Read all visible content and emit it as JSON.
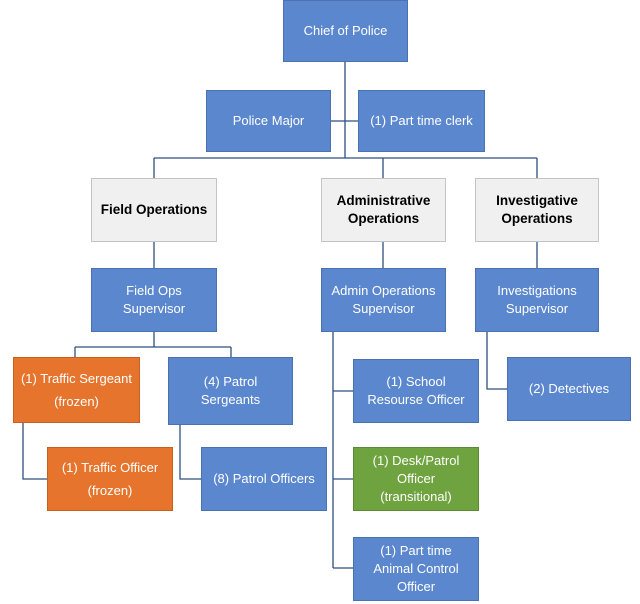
{
  "nodes": {
    "chief": [
      "Chief of Police"
    ],
    "major": [
      "Police Major"
    ],
    "clerk": [
      "(1) Part time clerk"
    ],
    "field_ops": [
      "Field Operations"
    ],
    "admin_ops": [
      "Administrative",
      "Operations"
    ],
    "invest_ops": [
      "Investigative",
      "Operations"
    ],
    "field_sup": [
      "Field Ops",
      "Supervisor"
    ],
    "admin_sup": [
      "Admin Operations",
      "Supervisor"
    ],
    "invest_sup": [
      "Investigations",
      "Supervisor"
    ],
    "traffic_sgt": [
      "(1) Traffic Sergeant",
      "(frozen)"
    ],
    "patrol_sgt": [
      "(4) Patrol",
      "Sergeants"
    ],
    "sro": [
      "(1) School",
      "Resourse Officer"
    ],
    "detectives": [
      "(2) Detectives"
    ],
    "traffic_off": [
      "(1) Traffic Officer",
      "(frozen)"
    ],
    "patrol_off": [
      "(8) Patrol Officers"
    ],
    "desk_patrol": [
      "(1) Desk/Patrol",
      "Officer",
      "(transitional)"
    ],
    "animal_ctrl": [
      "(1) Part time",
      "Animal Control",
      "Officer"
    ]
  },
  "colors": {
    "leadership": "#5b87cf",
    "division": "#f0f0f0",
    "frozen": "#e6742d",
    "transitional": "#6fa33f",
    "connector": "#2f4f7f"
  }
}
